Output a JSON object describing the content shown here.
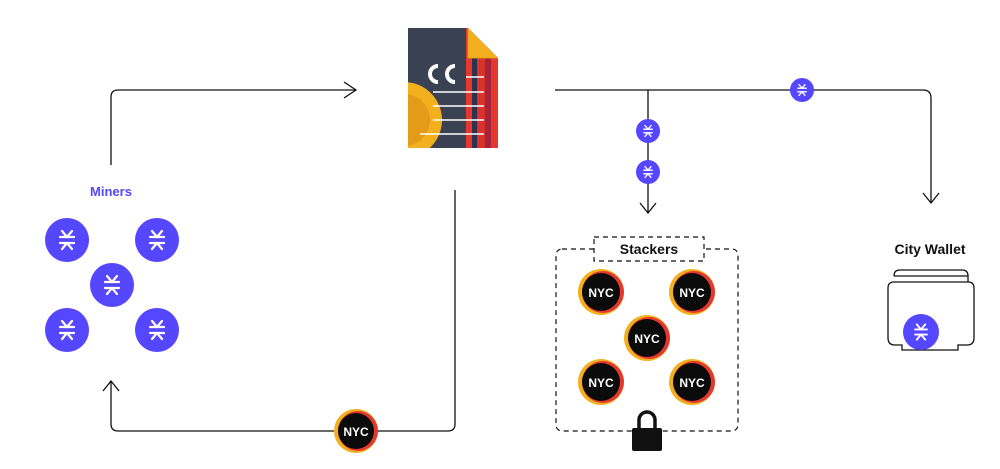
{
  "labels": {
    "miners": "Miners",
    "stackers": "Stackers",
    "city_wallet": "City Wallet"
  },
  "tokens": {
    "nyc": "NYC",
    "stx_symbol": "⁜"
  },
  "colors": {
    "stx": "#5546FF",
    "line": "#111111",
    "nyc_fill": "#0b0b0b",
    "ring_yellow": "#f2b01e",
    "ring_red": "#e5372e",
    "ring_navy": "#2b3350",
    "doc_dark": "#3a4152"
  },
  "icons": {
    "contract": "citycoins-contract-document-icon",
    "lock": "padlock-icon",
    "wallet": "wallet-icon"
  }
}
